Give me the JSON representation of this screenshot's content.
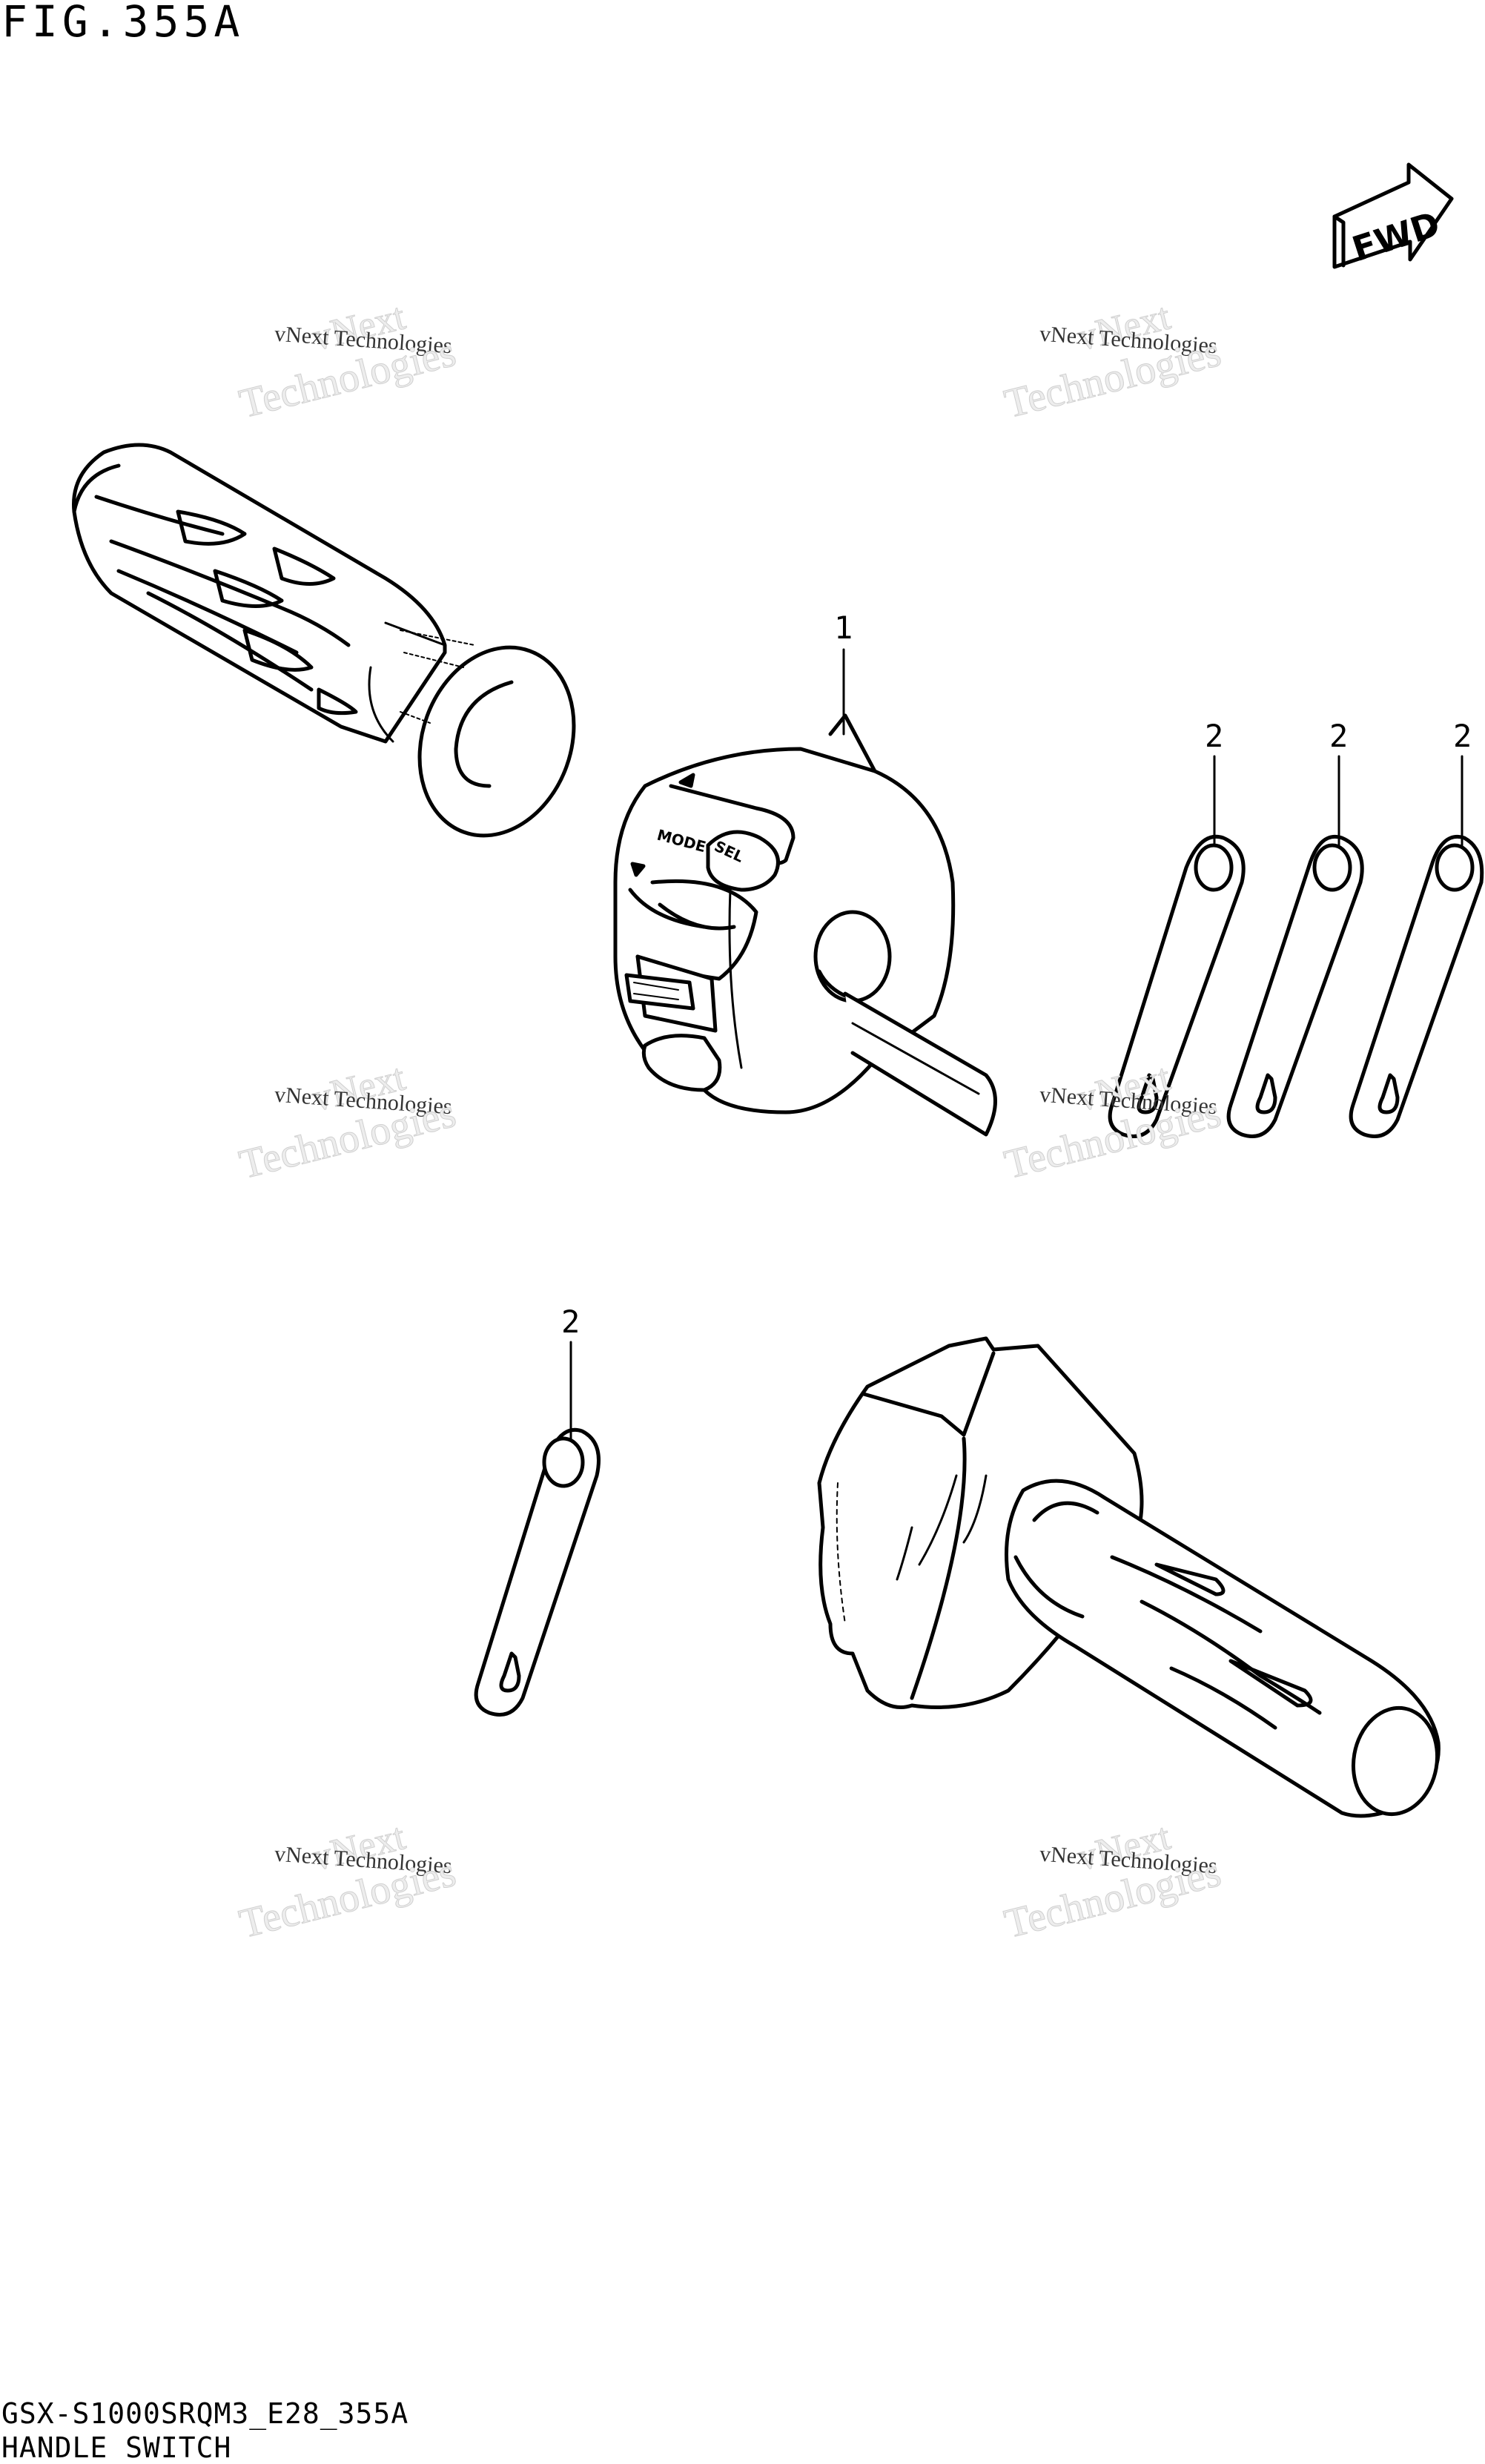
{
  "header": {
    "figure_title": "FIG.355A"
  },
  "callouts": {
    "part1": "1",
    "part2": "2"
  },
  "watermark": {
    "word_top": "vNext",
    "word_mid": "vNext Technologies",
    "word_bottom": "Technologies"
  },
  "switch_labels": {
    "mode": "MODE",
    "sel": "SEL"
  },
  "fwd": {
    "label": "FWD"
  },
  "footer": {
    "code": "GSX-S1000SRQM3_E28_355A",
    "name": "HANDLE SWITCH"
  }
}
